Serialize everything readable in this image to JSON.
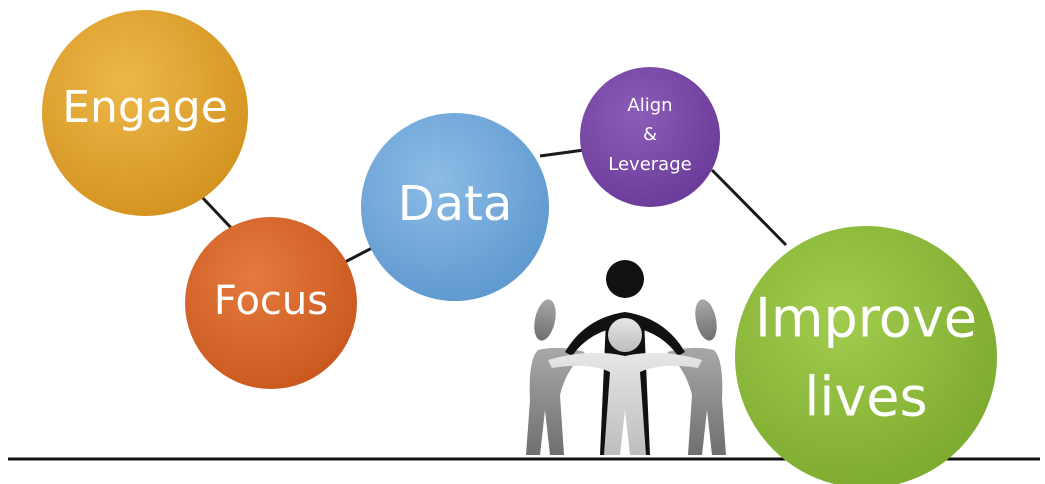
{
  "nodes": {
    "engage": {
      "label": "Engage",
      "color": "#E0A12A"
    },
    "focus": {
      "label": "Focus",
      "color": "#D7662A"
    },
    "data": {
      "label": "Data",
      "color": "#6FA8DC"
    },
    "align": {
      "line1": "Align",
      "line2": "&",
      "line3": "Leverage",
      "color": "#7A4AA6"
    },
    "improve": {
      "line1": "Improve",
      "line2": "lives",
      "color": "#8DBA3C"
    }
  },
  "figures": {
    "dark": "#111111",
    "gray": "#8a8a8a",
    "light": "#d0d0d0"
  },
  "colors": {
    "connector": "#1a1a1a",
    "ground": "#111111"
  }
}
